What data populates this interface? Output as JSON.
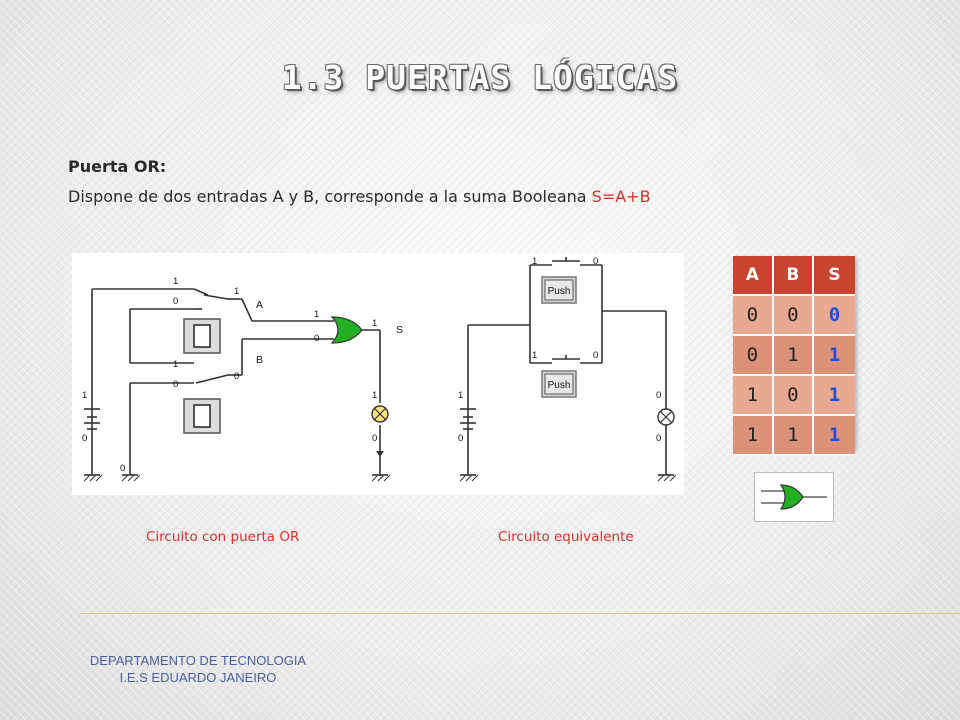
{
  "slide": {
    "title": "1.3 PUERTAS LÓGICAS",
    "heading": "Puerta OR:",
    "description_text": "Dispone de dos entradas A y B, corresponde a la suma Booleana ",
    "description_formula": "S=A+B",
    "caption_left": "Circuito con puerta OR",
    "caption_right": "Circuito equivalente",
    "footer_line1": "DEPARTAMENTO DE TECNOLOGIA",
    "footer_line2": "I.E.S EDUARDO JANEIRO"
  },
  "diagram_labels": {
    "one": "1",
    "zero": "0",
    "input_a": "A",
    "input_b": "B",
    "output_s": "S",
    "push": "Push"
  },
  "truth_table": {
    "headers": [
      "A",
      "B",
      "S"
    ],
    "rows": [
      [
        "0",
        "0",
        "0"
      ],
      [
        "0",
        "1",
        "1"
      ],
      [
        "1",
        "0",
        "1"
      ],
      [
        "1",
        "1",
        "1"
      ]
    ]
  },
  "colors": {
    "accent_red": "#d8312a",
    "table_header": "#c8442f",
    "table_body": "#e9a990",
    "output_blue": "#1a4fd6",
    "gate_green": "#22b022"
  }
}
